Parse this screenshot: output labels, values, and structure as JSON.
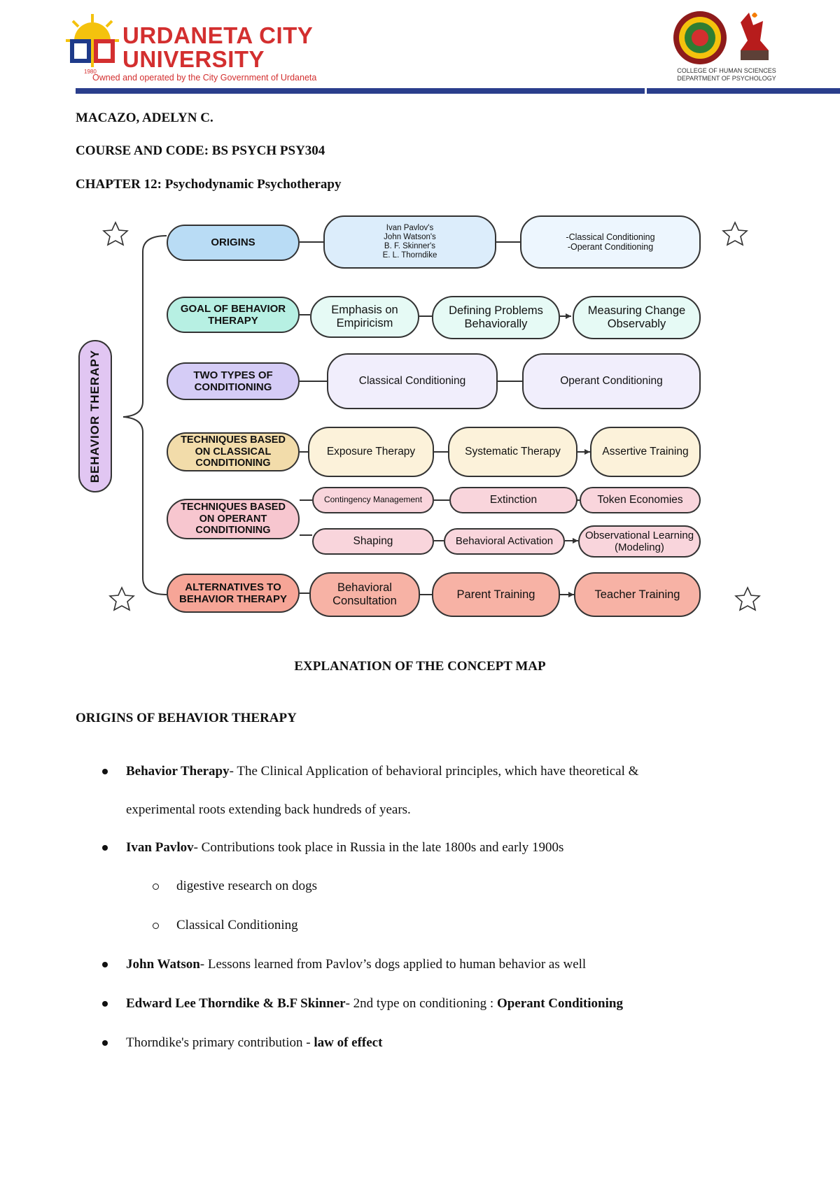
{
  "header": {
    "university_line1": "URDANETA CITY",
    "university_line2": "UNIVERSITY",
    "year": "1980",
    "subtitle": "Owned and operated by the City Government of Urdaneta",
    "college": "COLLEGE OF HUMAN SCIENCES",
    "department": "DEPARTMENT OF PSYCHOLOGY"
  },
  "info": {
    "name": "MACAZO, ADELYN C.",
    "course": "COURSE AND CODE: BS PSYCH PSY304",
    "chapter_label": "CHAPTER 12:",
    "chapter_title": "Psychodynamic Psychotherapy"
  },
  "concept_map": {
    "root": "BEHAVIOR THERAPY",
    "origins": {
      "label": "ORIGINS",
      "people": [
        "Ivan Pavlov's",
        "John Watson's",
        "B. F. Skinner's",
        "E. L. Thorndike"
      ],
      "types": [
        "-Classical Conditioning",
        "-Operant Conditioning"
      ]
    },
    "goal": {
      "label_1": "GOAL OF BEHAVIOR",
      "label_2": "THERAPY",
      "n1_a": "Emphasis on",
      "n1_b": "Empiricism",
      "n2_a": "Defining Problems",
      "n2_b": "Behaviorally",
      "n3_a": "Measuring Change",
      "n3_b": "Observably"
    },
    "types": {
      "label_1": "TWO TYPES OF",
      "label_2": "CONDITIONING",
      "n1": "Classical Conditioning",
      "n2": "Operant Conditioning"
    },
    "classical": {
      "label_1": "TECHNIQUES BASED",
      "label_2": "ON CLASSICAL",
      "label_3": "CONDITIONING",
      "n1": "Exposure Therapy",
      "n2": "Systematic Therapy",
      "n3": "Assertive Training"
    },
    "operant": {
      "label_1": "TECHNIQUES BASED",
      "label_2": "ON OPERANT",
      "label_3": "CONDITIONING",
      "n1": "Contingency Management",
      "n2": "Extinction",
      "n3": "Token Economies",
      "n4": "Shaping",
      "n5": "Behavioral Activation",
      "n6_a": "Observational Learning",
      "n6_b": "(Modeling)"
    },
    "alternatives": {
      "label_1": "ALTERNATIVES TO",
      "label_2": "BEHAVIOR THERAPY",
      "n1_a": "Behavioral",
      "n1_b": "Consultation",
      "n2": "Parent Training",
      "n3": "Teacher Training"
    }
  },
  "explanation": {
    "title": "EXPLANATION OF THE CONCEPT MAP",
    "section": "ORIGINS OF BEHAVIOR THERAPY",
    "b1_term": "Behavior Therapy",
    "b1_text": "- The Clinical Application of behavioral principles, which have theoretical &",
    "b1_text2": "experimental roots extending back hundreds of years.",
    "b2_term": "Ivan Pavlov",
    "b2_text": "- Contributions took place in Russia in the late 1800s and early 1900s",
    "b2_sub1": "digestive research on dogs",
    "b2_sub2": "Classical Conditioning",
    "b3_term": "John Watson",
    "b3_text": "- Lessons learned from Pavlov’s dogs applied to human behavior as well",
    "b4_term": "Edward Lee Thorndike & B.F Skinner",
    "b4_text": "- 2nd type on conditioning : ",
    "b4_bold": "Operant Conditioning",
    "b5_text": "Thorndike's primary contribution - ",
    "b5_bold": "law of effect"
  }
}
